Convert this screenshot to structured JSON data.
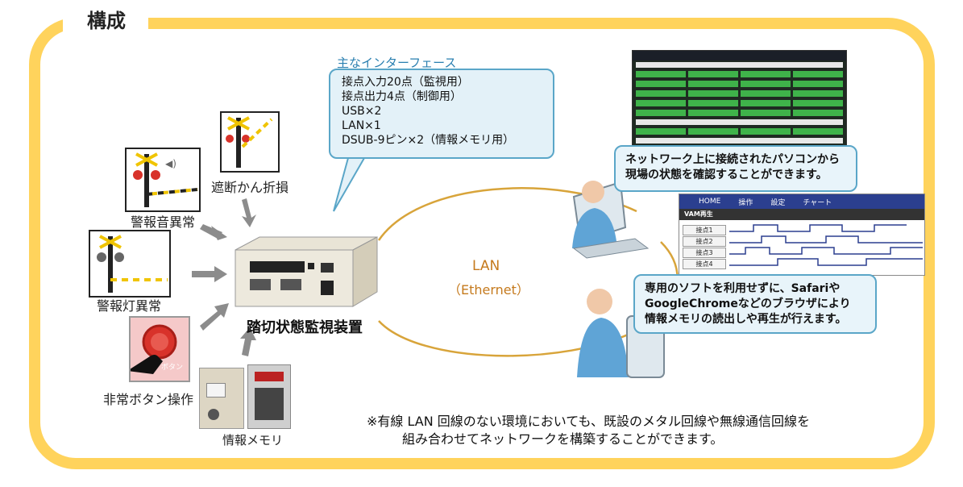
{
  "title": "構成",
  "inputs": {
    "alarm_sound": "警報音異常",
    "barrier_break": "遮断かん折損",
    "alarm_lamp": "警報灯異常",
    "emergency_button": "非常ボタン操作",
    "memory": "情報メモリ"
  },
  "device_label": "踏切状態監視装置",
  "interfaces": {
    "title": "主なインターフェース",
    "items": [
      "接点入力20点（監視用）",
      "接点出力4点（制御用）",
      "USB×2",
      "LAN×1",
      "DSUB-9ピン×2（情報メモリ用）"
    ]
  },
  "network": {
    "label": "LAN",
    "sub": "（Ethernet）"
  },
  "bubble_pc": {
    "lines": [
      "ネットワーク上に接続されたパソコンから",
      "現場の状態を確認することができます。"
    ]
  },
  "bubble_tablet": {
    "lines": [
      "専用のソフトを利用せずに、Safariや",
      "GoogleChromeなどのブラウザにより",
      "情報メモリの読出しや再生が行えます。"
    ]
  },
  "screen2": {
    "nav": [
      "HOME",
      "操作",
      "設定",
      "チャート"
    ],
    "section": "VAM再生",
    "rows": [
      "接点1",
      "接点2",
      "接点3",
      "接点4"
    ]
  },
  "button_text": "ボタン",
  "note": {
    "line1": "※有線 LAN 回線のない環境においても、既設のメタル回線や無線通信回線を",
    "line2": "組み合わせてネットワークを構築することができます。"
  },
  "colors": {
    "frame": "#ffd35c",
    "bubble_border": "#5aa6c8",
    "lan_text": "#c57a1d"
  }
}
